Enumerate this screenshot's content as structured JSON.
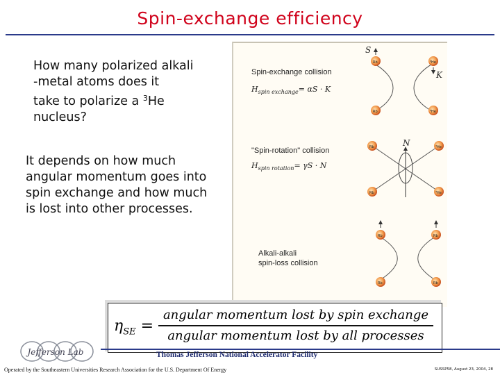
{
  "slide": {
    "title": "Spin-exchange efficiency",
    "question": "How many polarized alkali -metal atoms does it take to polarize a ³He nucleus?",
    "question_lines": [
      "How many polarized alkali",
      "-metal atoms  does it",
      "take to polarize a ",
      "nucleus?"
    ],
    "question_sup": "3",
    "question_he": "He",
    "answer_lines": [
      "It depends on how much",
      "angular momentum goes into",
      "spin exchange and how much",
      "is lost into other processes."
    ]
  },
  "figure": {
    "spin_exchange_label": "Spin-exchange collision",
    "spin_exchange_formula_lhs": "H",
    "spin_exchange_formula_sub": "spin exchange",
    "spin_exchange_formula_rhs": "= αS · K",
    "spin_rotation_label": "\"Spin-rotation\" collision",
    "spin_rotation_formula_lhs": "H",
    "spin_rotation_formula_sub": "spin rotation",
    "spin_rotation_formula_rhs": "= γS · N",
    "alkali_label_1": "Alkali-alkali",
    "alkali_label_2": "spin-loss collision",
    "vec_S": "S",
    "vec_K": "K",
    "vec_N": "N",
    "atom_rb": "Rb",
    "atom_he": "³He"
  },
  "formula": {
    "eta": "η",
    "eta_sub": "SE",
    "eq": "=",
    "numerator": "angular momentum lost by spin exchange",
    "denominator": "angular momentum lost by all processes"
  },
  "footer": {
    "org": "Thomas Jefferson National Accelerator Facility",
    "operated": "Operated by the Southeastern Universities Research Association for the U.S. Department Of Energy",
    "right": "SUSSP58, August 23, 2004, 28",
    "logo": "Jefferson Lab"
  }
}
